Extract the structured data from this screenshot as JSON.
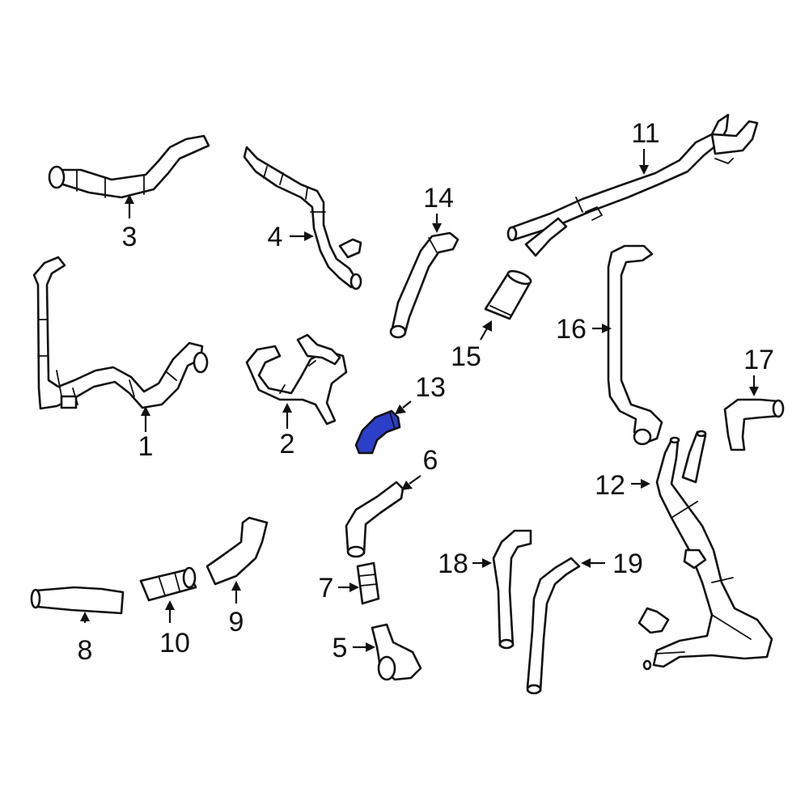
{
  "callouts": [
    {
      "id": "1",
      "label": "1"
    },
    {
      "id": "2",
      "label": "2"
    },
    {
      "id": "3",
      "label": "3"
    },
    {
      "id": "4",
      "label": "4"
    },
    {
      "id": "5",
      "label": "5"
    },
    {
      "id": "6",
      "label": "6"
    },
    {
      "id": "7",
      "label": "7"
    },
    {
      "id": "8",
      "label": "8"
    },
    {
      "id": "9",
      "label": "9"
    },
    {
      "id": "10",
      "label": "10"
    },
    {
      "id": "11",
      "label": "11"
    },
    {
      "id": "12",
      "label": "12"
    },
    {
      "id": "13",
      "label": "13"
    },
    {
      "id": "14",
      "label": "14"
    },
    {
      "id": "15",
      "label": "15"
    },
    {
      "id": "16",
      "label": "16"
    },
    {
      "id": "17",
      "label": "17"
    },
    {
      "id": "18",
      "label": "18"
    },
    {
      "id": "19",
      "label": "19"
    }
  ],
  "highlighted_part": "13",
  "colors": {
    "highlight": "#2b3fc8",
    "line": "#111111",
    "background": "#ffffff"
  }
}
